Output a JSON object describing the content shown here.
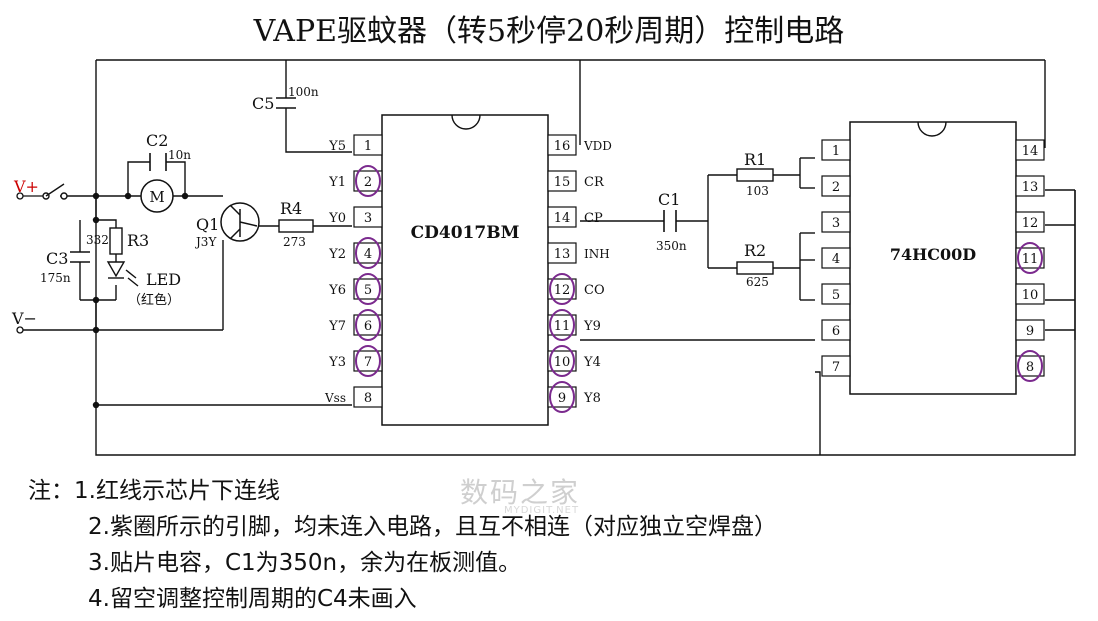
{
  "title": "VAPE驱蚊器（转5秒停20秒周期）控制电路",
  "ic1": {
    "name": "CD4017BM",
    "left_pins": [
      {
        "num": "1",
        "label": "Y5",
        "circled": false
      },
      {
        "num": "2",
        "label": "Y1",
        "circled": true
      },
      {
        "num": "3",
        "label": "Y0",
        "circled": false
      },
      {
        "num": "4",
        "label": "Y2",
        "circled": true
      },
      {
        "num": "5",
        "label": "Y6",
        "circled": true
      },
      {
        "num": "6",
        "label": "Y7",
        "circled": true
      },
      {
        "num": "7",
        "label": "Y3",
        "circled": true
      },
      {
        "num": "8",
        "label": "Vss",
        "circled": false
      }
    ],
    "right_pins": [
      {
        "num": "16",
        "label": "VDD",
        "circled": false
      },
      {
        "num": "15",
        "label": "CR",
        "circled": false
      },
      {
        "num": "14",
        "label": "CP",
        "circled": false
      },
      {
        "num": "13",
        "label": "INH",
        "circled": false
      },
      {
        "num": "12",
        "label": "CO",
        "circled": true
      },
      {
        "num": "11",
        "label": "Y9",
        "circled": true
      },
      {
        "num": "10",
        "label": "Y4",
        "circled": true
      },
      {
        "num": "9",
        "label": "Y8",
        "circled": true
      }
    ]
  },
  "ic2": {
    "name": "74HC00D",
    "left_pins": [
      {
        "num": "1",
        "circled": false
      },
      {
        "num": "2",
        "circled": false
      },
      {
        "num": "3",
        "circled": false
      },
      {
        "num": "4",
        "circled": false
      },
      {
        "num": "5",
        "circled": false
      },
      {
        "num": "6",
        "circled": false
      },
      {
        "num": "7",
        "circled": false
      }
    ],
    "right_pins": [
      {
        "num": "14",
        "circled": false
      },
      {
        "num": "13",
        "circled": false
      },
      {
        "num": "12",
        "circled": false
      },
      {
        "num": "11",
        "circled": true
      },
      {
        "num": "10",
        "circled": false
      },
      {
        "num": "9",
        "circled": false
      },
      {
        "num": "8",
        "circled": true
      }
    ]
  },
  "components": {
    "c5": {
      "name": "C5",
      "value": "100n"
    },
    "c2": {
      "name": "C2",
      "value": "10n"
    },
    "motor": {
      "symbol": "M"
    },
    "q1": {
      "name": "Q1",
      "value": "J3Y"
    },
    "r4": {
      "name": "R4",
      "value": "273"
    },
    "c3": {
      "name": "C3",
      "value": "175n"
    },
    "r3": {
      "name": "R3",
      "value": "332"
    },
    "led": {
      "name": "LED",
      "note": "（红色）"
    },
    "c1": {
      "name": "C1",
      "value": "350n"
    },
    "r1": {
      "name": "R1",
      "value": "103"
    },
    "r2": {
      "name": "R2",
      "value": "625"
    },
    "vplus": "V+",
    "vminus": "V−"
  },
  "notes": [
    "注：1.红线示芯片下连线",
    "2.紫圈所示的引脚，均未连入电路，且互不相连（对应独立空焊盘）",
    "3.贴片电容，C1为350n，余为在板测值。",
    "4.留空调整控制周期的C4未画入"
  ],
  "watermark": {
    "main": "数码之家",
    "sub": "MYDIGIT.NET"
  },
  "colors": {
    "ink": "#111111",
    "red_trace": "#cc0000",
    "circle": "#7b2a8e",
    "vplus": "#cc0000"
  }
}
